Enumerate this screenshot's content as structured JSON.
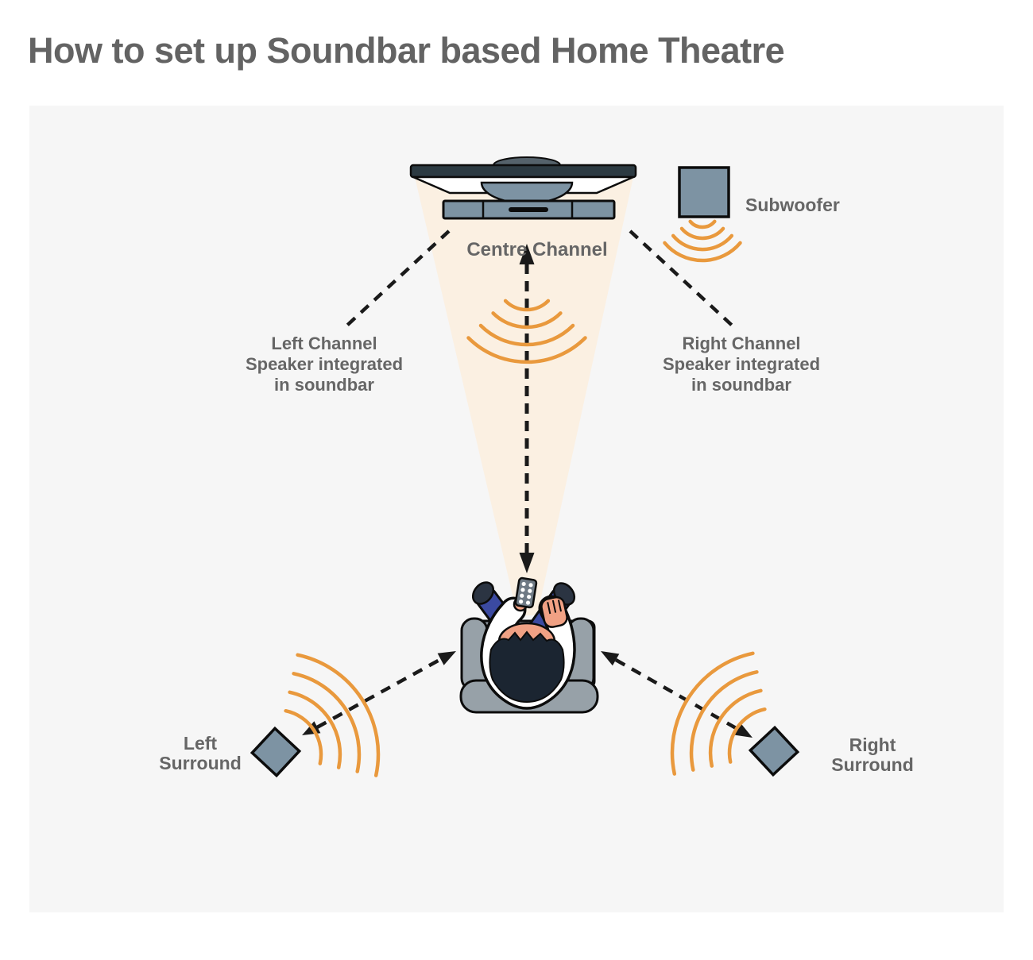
{
  "title": "How to set up Soundbar based Home Theatre",
  "colors": {
    "accent_orange": "#E9993D",
    "speaker_slate": "#7D93A3",
    "panel_gray": "#F6F6F6",
    "cone_peach": "#FBF0E2",
    "label_gray": "#666666"
  },
  "labels": {
    "centre_channel": "Centre Channel",
    "subwoofer": "Subwoofer",
    "left_channel": [
      "Left Channel",
      "Speaker integrated",
      "in soundbar"
    ],
    "right_channel": [
      "Right Channel",
      "Speaker integrated",
      "in soundbar"
    ],
    "left_surround": [
      "Left",
      "Surround"
    ],
    "right_surround": [
      "Right",
      "Surround"
    ]
  }
}
